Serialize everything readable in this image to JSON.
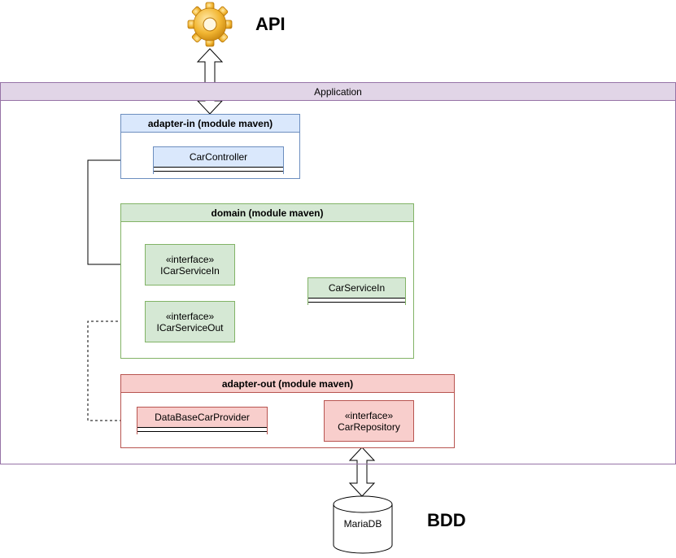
{
  "api": {
    "title": "API"
  },
  "bdd": {
    "title": "BDD",
    "db_label": "MariaDB"
  },
  "application": {
    "label": "Application"
  },
  "adapter_in": {
    "label": "adapter-in (module maven)",
    "car_controller": "CarController"
  },
  "domain": {
    "label": "domain (module maven)",
    "icar_service_in": {
      "stereotype": "«interface»",
      "name": "ICarServiceIn"
    },
    "icar_service_out": {
      "stereotype": "«interface»",
      "name": "ICarServiceOut"
    },
    "car_service_in": "CarServiceIn"
  },
  "adapter_out": {
    "label": "adapter-out (module maven)",
    "database_car_provider": "DataBaseCarProvider",
    "car_repository": {
      "stereotype": "«interface»",
      "name": "CarRepository"
    }
  },
  "colors": {
    "application_header": "#e1d5e7",
    "adapter_in": "#dae8fc",
    "domain": "#d5e8d4",
    "adapter_out": "#f8cecc",
    "gear": "#f2b632"
  }
}
